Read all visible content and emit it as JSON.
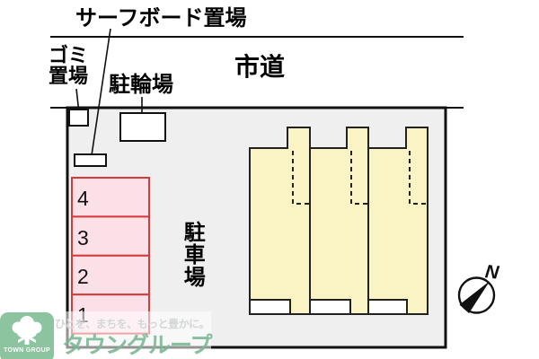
{
  "diagram": {
    "title_note": "site layout plan",
    "labels": {
      "surfboard_storage": "サーフボード置場",
      "garbage_area": "ゴミ\n置場",
      "bicycle_parking": "駐輪場",
      "city_road": "市道",
      "parking_lot": "駐車場"
    },
    "parking_spaces": [
      "4",
      "3",
      "2",
      "1"
    ],
    "compass": {
      "north_label": "N"
    },
    "watermark": {
      "tagline": "ひとを、まちを、もっと豊かに。",
      "brand": "タウングループ",
      "logo_text": "TOWN GROUP"
    },
    "colors": {
      "building_fill": "#FAF3C4",
      "building_outline": "#222222",
      "parking_space_fill": "#FCE0E8",
      "parking_space_border": "#D63A3A",
      "plot_fill": "#EFEFEF",
      "line_black": "#111111",
      "logo_green": "#8BC49E",
      "brand_green": "#7AB894"
    }
  }
}
